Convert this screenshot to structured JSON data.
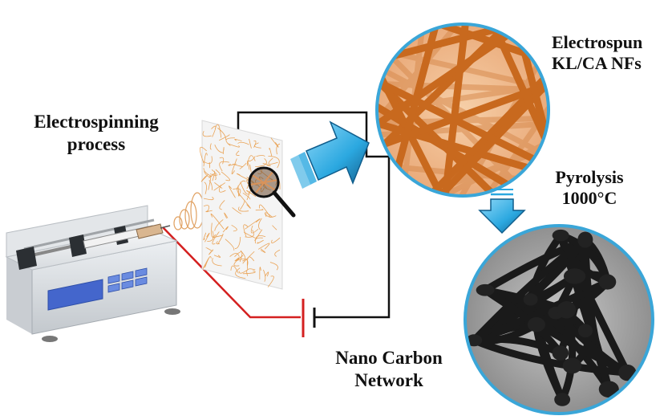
{
  "labels": {
    "electrospinning_line1": "Electrospinning",
    "electrospinning_line2": "process",
    "electrospun_line1": "Electrospun",
    "electrospun_line2": "KL/CA NFs",
    "pyrolysis_line1": "Pyrolysis",
    "pyrolysis_line2": "1000°C",
    "nanocarbon_line1": "Nano Carbon",
    "nanocarbon_line2": "Network"
  },
  "colors": {
    "fiber_orange": "#c8691e",
    "fiber_light": "#f2b983",
    "carbon_black": "#1a1a1a",
    "circle_border": "#3aa6d8",
    "arrow_blue": "#2ba8e0",
    "wire_red": "#d42020",
    "wire_black": "#111111",
    "pump_body": "#e9ecef",
    "pump_display": "#4466cc"
  }
}
